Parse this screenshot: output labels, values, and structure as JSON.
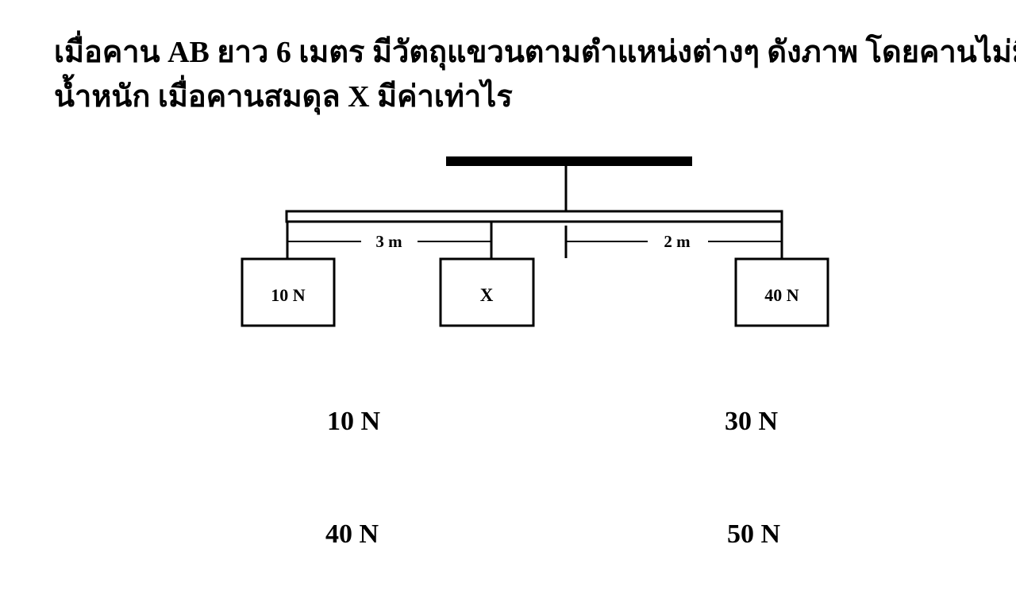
{
  "question": {
    "line1": "เมื่อคาน AB ยาว 6 เมตร มีวัตถุแขวนตามตำแหน่งต่างๆ ดังภาพ โดยคานไม่มี",
    "line2": "น้ำหนัก เมื่อคานสมดุล X มีค่าเท่าไร"
  },
  "diagram": {
    "distance_left": "3 m",
    "distance_right": "2 m",
    "box_left": "10 N",
    "box_middle": "X",
    "box_right": "40 N"
  },
  "choices": [
    "10 N",
    "30 N",
    "40 N",
    "50 N"
  ]
}
